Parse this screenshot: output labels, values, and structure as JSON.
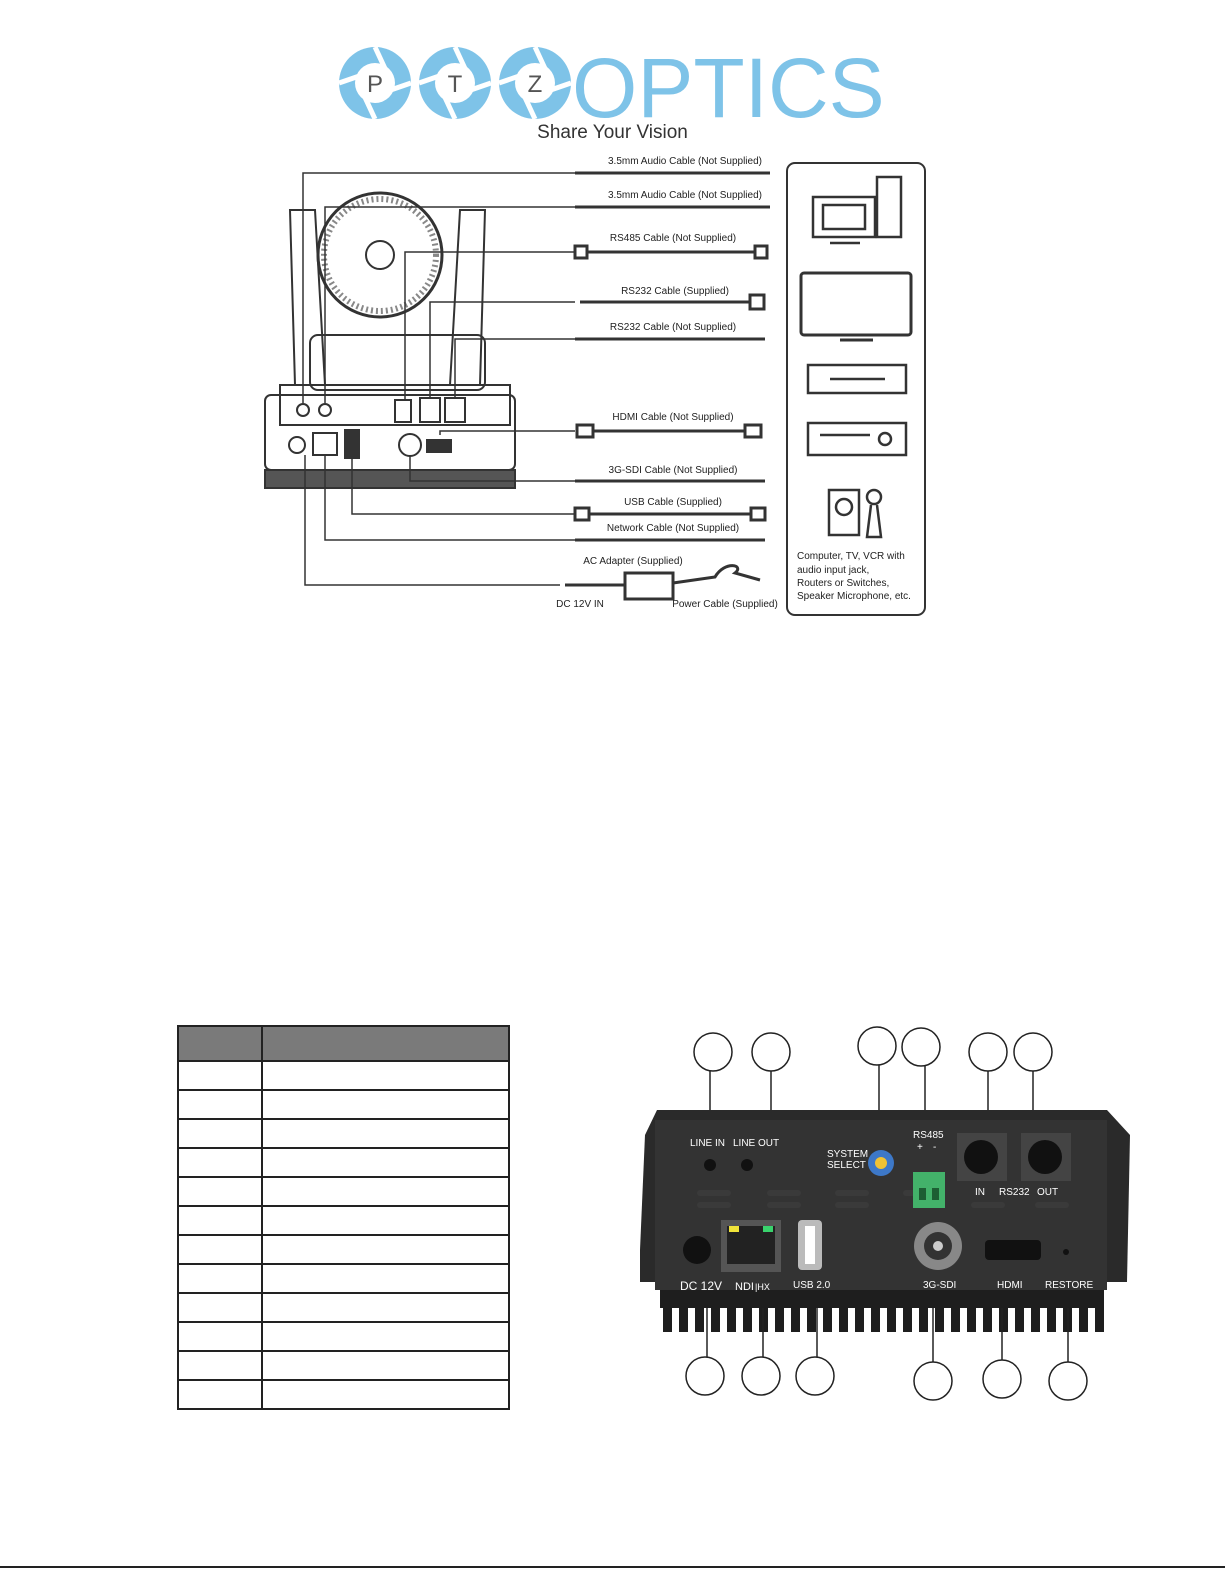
{
  "logo": {
    "letters": [
      "P",
      "T",
      "Z"
    ],
    "word": "OPTICS",
    "tagline": "Share Your Vision",
    "color": "#7ec3e8"
  },
  "diagram": {
    "cables": [
      "3.5mm Audio Cable (Not Supplied)",
      "3.5mm Audio Cable (Not Supplied)",
      "RS485 Cable (Not Supplied)",
      "RS232 Cable (Supplied)",
      "RS232 Cable (Not Supplied)",
      "HDMI Cable (Not Supplied)",
      "3G-SDI Cable (Not Supplied)",
      "USB Cable (Supplied)",
      "Network Cable (Not Supplied)"
    ],
    "ac_adapter": "AC Adapter (Supplied)",
    "dc_in": "DC 12V IN",
    "power_cable": "Power Cable (Supplied)",
    "devices_note": [
      "Computer, TV, VCR with",
      "audio input jack,",
      "Routers or Switches,",
      "Speaker Microphone, etc."
    ]
  },
  "table": {
    "headers": [
      "",
      ""
    ],
    "rows": [
      [
        "",
        ""
      ],
      [
        "",
        ""
      ],
      [
        "",
        ""
      ],
      [
        "",
        ""
      ],
      [
        "",
        ""
      ],
      [
        "",
        ""
      ],
      [
        "",
        ""
      ],
      [
        "",
        ""
      ],
      [
        "",
        ""
      ],
      [
        "",
        ""
      ],
      [
        "",
        ""
      ],
      [
        "",
        ""
      ]
    ]
  },
  "rear_panel": {
    "line_in": "LINE IN",
    "line_out": "LINE OUT",
    "system_select": [
      "SYSTEM",
      "SELECT"
    ],
    "rs485": "RS485",
    "rs485_plus": "+",
    "rs485_minus": "-",
    "in": "IN",
    "rs232": "RS232",
    "out": "OUT",
    "dc_12v": "DC 12V",
    "ndi": "NDI",
    "hx": "|HX",
    "usb": "USB 2.0",
    "sdi": "3G-SDI",
    "hdmi": "HDMI",
    "restore": "RESTORE"
  }
}
